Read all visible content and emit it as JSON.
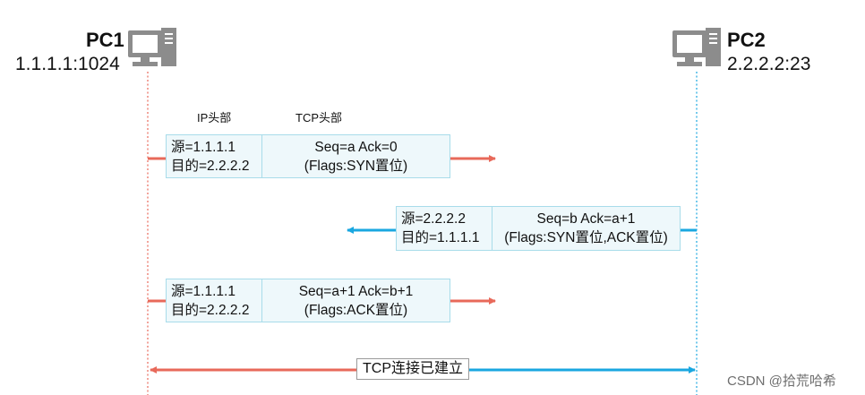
{
  "pc1": {
    "name": "PC1",
    "address": "1.1.1.1:1024"
  },
  "pc2": {
    "name": "PC2",
    "address": "2.2.2.2:23"
  },
  "headers": {
    "ip": "IP头部",
    "tcp": "TCP头部"
  },
  "packets": [
    {
      "src": "源=1.1.1.1",
      "dst": "目的=2.2.2.2",
      "seq_ack": "Seq=a  Ack=0",
      "flags": "(Flags:SYN置位)"
    },
    {
      "src": "源=2.2.2.2",
      "dst": "目的=1.1.1.1",
      "seq_ack": "Seq=b Ack=a+1",
      "flags": "(Flags:SYN置位,ACK置位)"
    },
    {
      "src": "源=1.1.1.1",
      "dst": "目的=2.2.2.2",
      "seq_ack": "Seq=a+1  Ack=b+1",
      "flags": "(Flags:ACK置位)"
    }
  ],
  "established_label": "TCP连接已建立",
  "watermark": "CSDN @拾荒哈希",
  "colors": {
    "pc1_line": "#e8695a",
    "pc2_line": "#1aa7e0",
    "packet_border": "#a8dcea",
    "packet_fill": "#eef8fb"
  }
}
